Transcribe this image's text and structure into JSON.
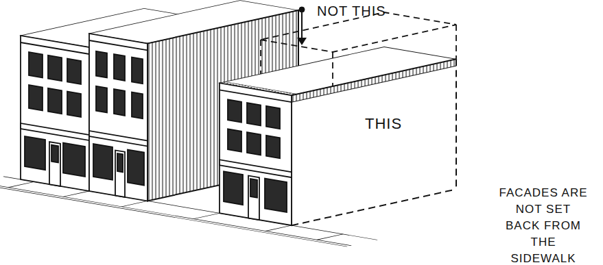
{
  "diagram": {
    "labels": [
      "NOT THIS",
      "THIS",
      "FACADES ARE NOT SET BACK FROM THE SIDEWALK"
    ]
  }
}
